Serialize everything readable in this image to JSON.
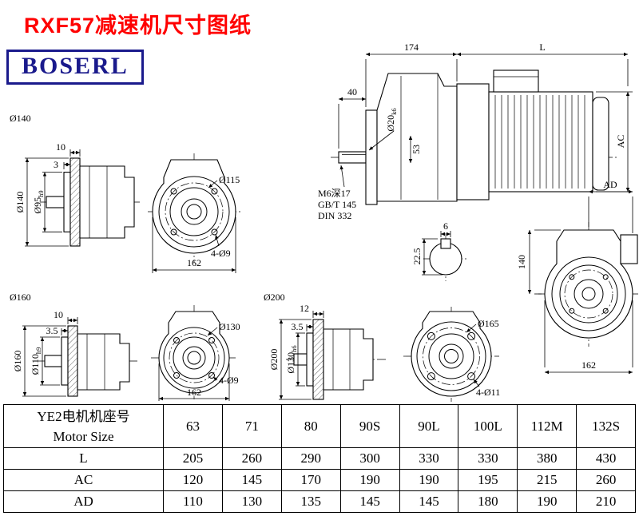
{
  "page": {
    "title": "RXF57减速机尺寸图纸",
    "logo": "BOSERL"
  },
  "colors": {
    "title_red": "#ff0000",
    "logo_navy": "#1a1a8c",
    "line_black": "#000000"
  },
  "main_view": {
    "dim_174": "174",
    "dim_L": "L",
    "dim_40": "40",
    "shaft_dia": "Ø20",
    "shaft_tol": "k6",
    "dim_53": "53",
    "dim_AC": "AC",
    "tap_note": "M6深17",
    "std_gb": "GB/T 145",
    "std_din": "DIN 332"
  },
  "keyway_view": {
    "dim_6": "6",
    "dim_22_5": "22.5"
  },
  "side_view": {
    "dim_AD": "AD",
    "dim_140": "140",
    "dim_162": "162"
  },
  "flange140": {
    "label": "Ø140",
    "dim_10": "10",
    "dim_3": "3",
    "od": "Ø140",
    "spigot": "Ø95",
    "spigot_tol": "h9",
    "bolt_circle": "Ø115",
    "holes": "4-Ø9",
    "dim_162": "162"
  },
  "flange160": {
    "label": "Ø160",
    "dim_10": "10",
    "dim_3_5": "3.5",
    "od": "Ø160",
    "spigot": "Ø110",
    "spigot_tol": "h9",
    "bolt_circle": "Ø130",
    "holes": "4-Ø9",
    "dim_162": "162"
  },
  "flange200": {
    "label": "Ø200",
    "dim_12": "12",
    "dim_3_5": "3.5",
    "od": "Ø200",
    "spigot": "Ø130",
    "spigot_tol": "h6",
    "bolt_circle": "Ø165",
    "holes": "4-Ø11"
  },
  "table": {
    "header_line1": "YE2电机机座号",
    "header_line2": "Motor Size",
    "col_headers": [
      "63",
      "71",
      "80",
      "90S",
      "90L",
      "100L",
      "112M",
      "132S"
    ],
    "rows": [
      {
        "label": "L",
        "values": [
          "205",
          "260",
          "290",
          "300",
          "330",
          "330",
          "380",
          "430"
        ]
      },
      {
        "label": "AC",
        "values": [
          "120",
          "145",
          "170",
          "190",
          "190",
          "195",
          "215",
          "260"
        ]
      },
      {
        "label": "AD",
        "values": [
          "110",
          "130",
          "135",
          "145",
          "145",
          "180",
          "190",
          "210"
        ]
      }
    ]
  }
}
